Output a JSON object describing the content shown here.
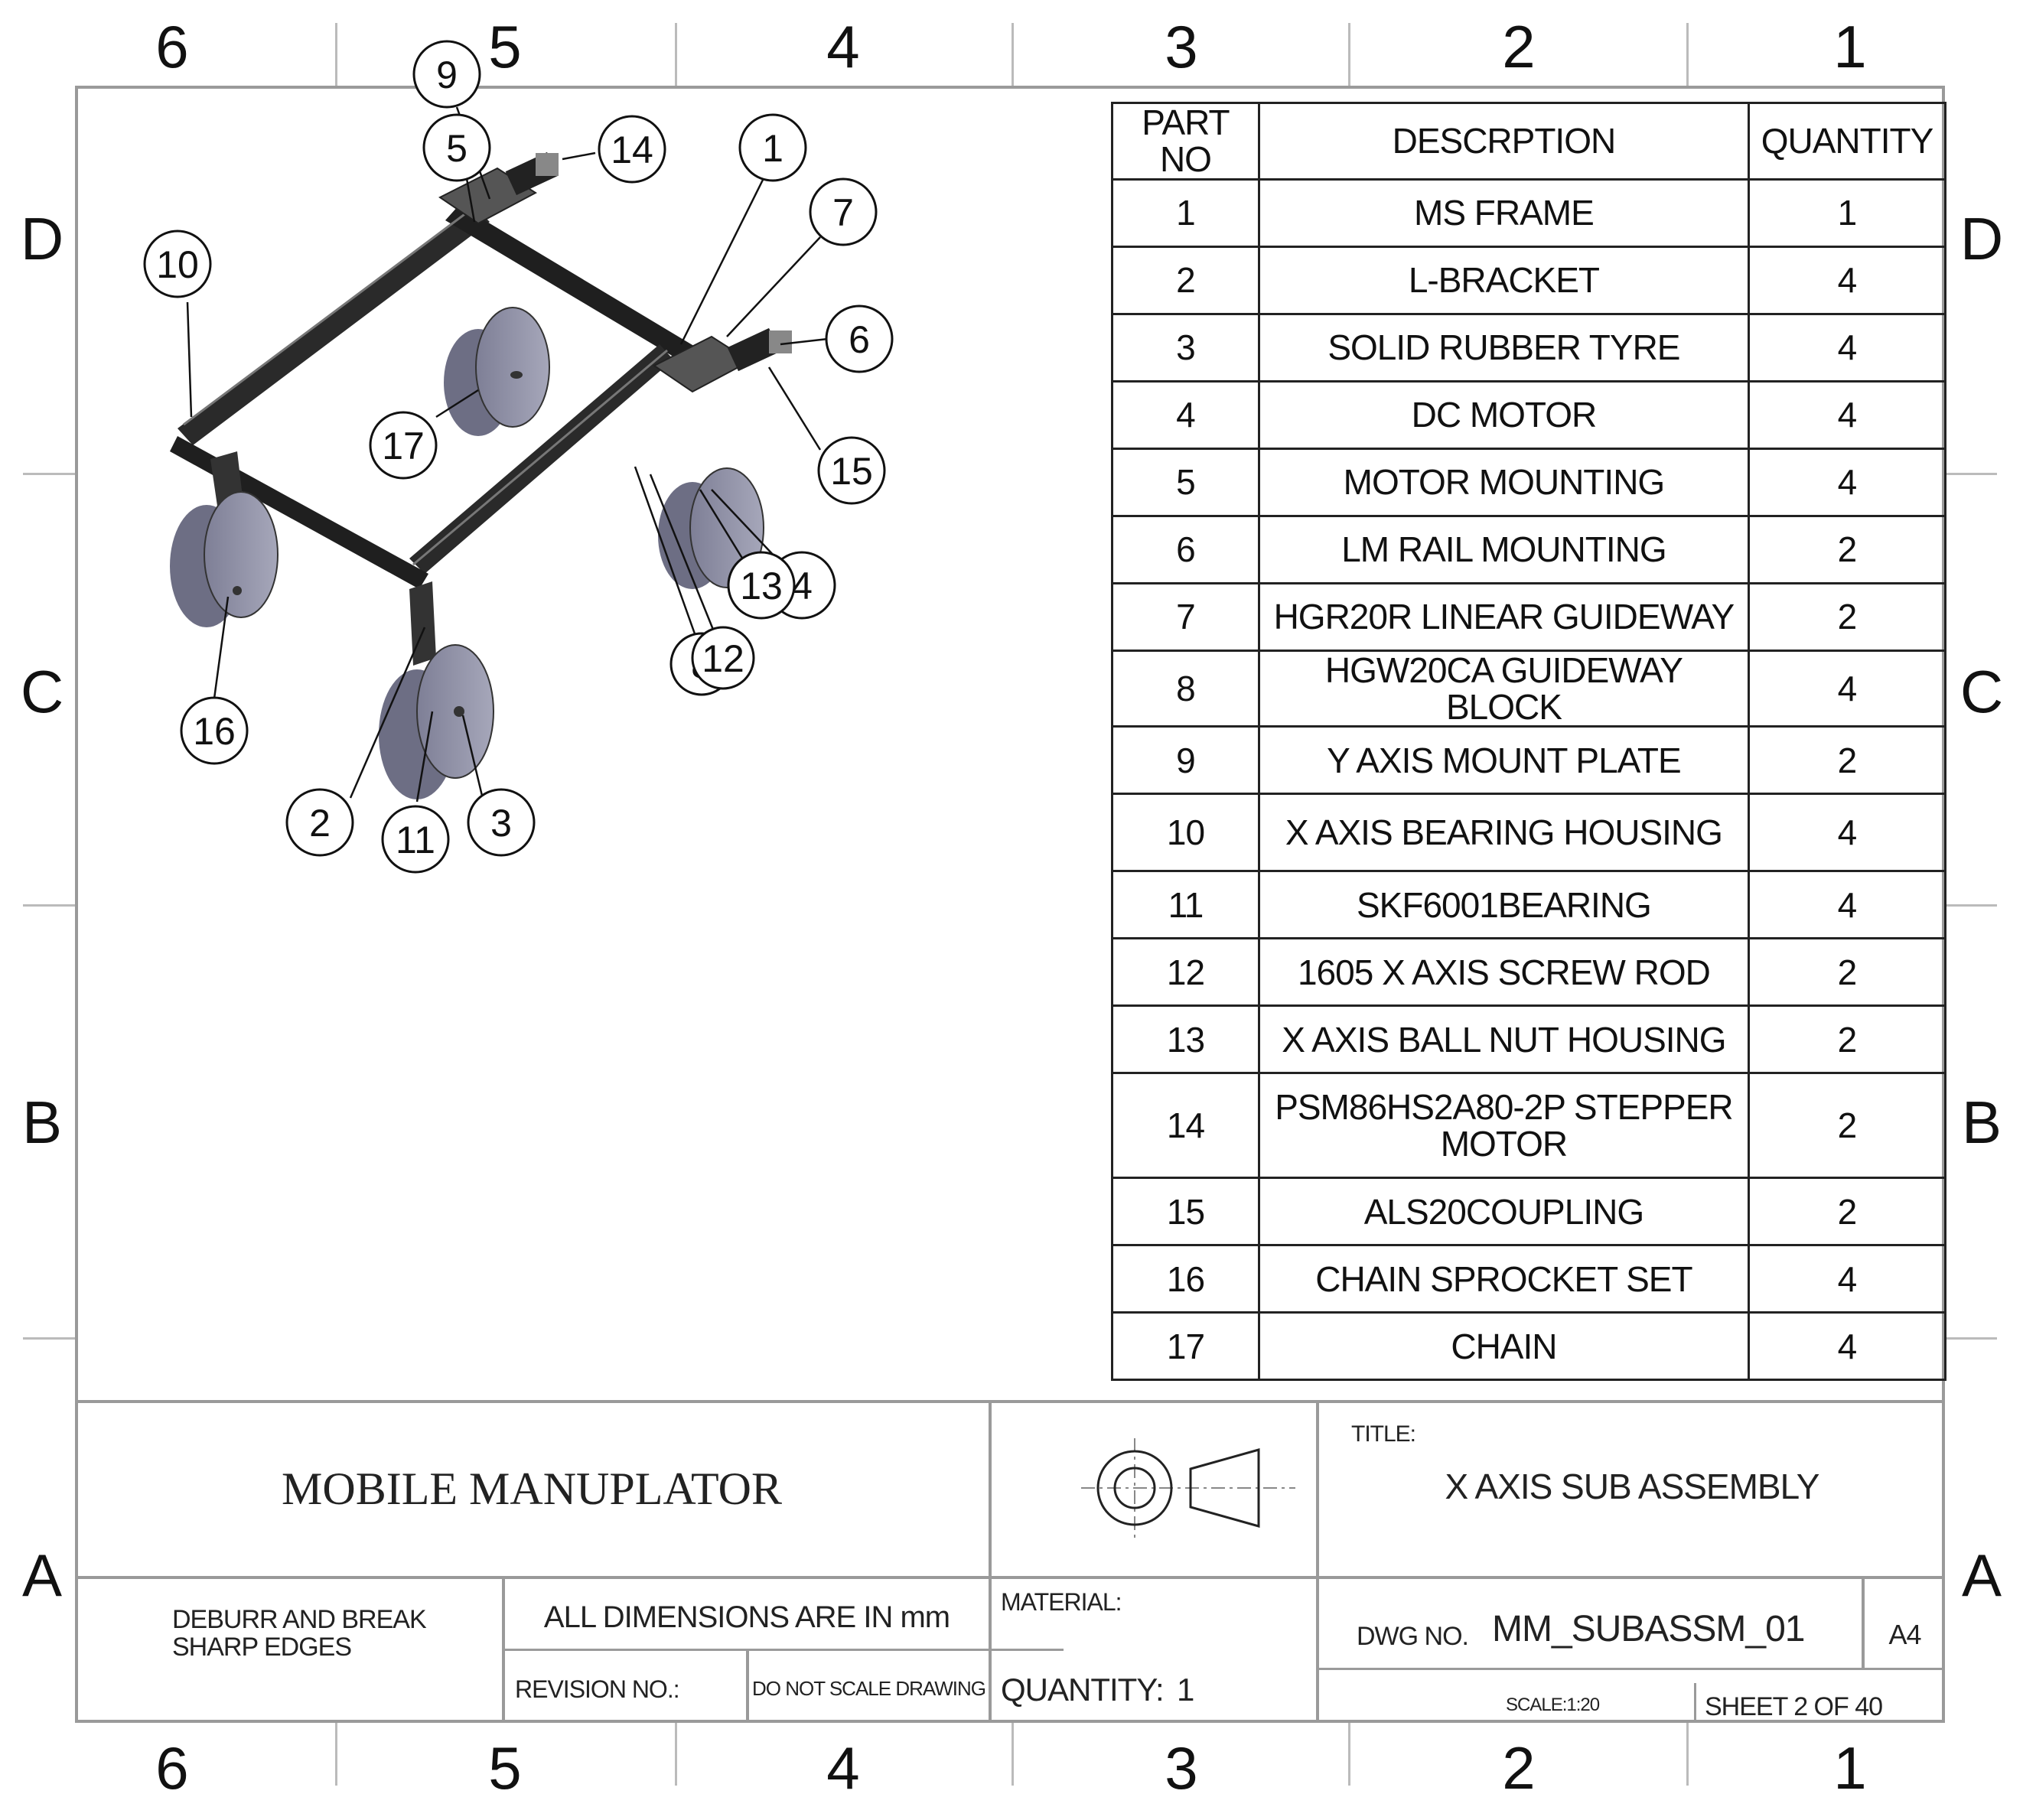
{
  "zones": {
    "columns": [
      "6",
      "5",
      "4",
      "3",
      "2",
      "1"
    ],
    "rows": [
      "D",
      "C",
      "B",
      "A"
    ]
  },
  "bom": {
    "headers": {
      "part": "PART NO",
      "description": "DESCRPTION",
      "quantity": "QUANTITY"
    },
    "rows": [
      {
        "part": "1",
        "description": "MS FRAME",
        "quantity": "1"
      },
      {
        "part": "2",
        "description": "L-BRACKET",
        "quantity": "4"
      },
      {
        "part": "3",
        "description": "SOLID RUBBER TYRE",
        "quantity": "4"
      },
      {
        "part": "4",
        "description": "DC MOTOR",
        "quantity": "4"
      },
      {
        "part": "5",
        "description": "MOTOR MOUNTING",
        "quantity": "4"
      },
      {
        "part": "6",
        "description": "LM RAIL MOUNTING",
        "quantity": "2"
      },
      {
        "part": "7",
        "description": "HGR20R LINEAR GUIDEWAY",
        "quantity": "2"
      },
      {
        "part": "8",
        "description": "HGW20CA GUIDEWAY BLOCK",
        "quantity": "4"
      },
      {
        "part": "9",
        "description": "Y AXIS MOUNT PLATE",
        "quantity": "2"
      },
      {
        "part": "10",
        "description": "X AXIS BEARING HOUSING",
        "quantity": "4"
      },
      {
        "part": "11",
        "description": "SKF6001BEARING",
        "quantity": "4"
      },
      {
        "part": "12",
        "description": "1605 X AXIS SCREW ROD",
        "quantity": "2"
      },
      {
        "part": "13",
        "description": "X AXIS BALL NUT HOUSING",
        "quantity": "2"
      },
      {
        "part": "14",
        "description": "PSM86HS2A80-2P STEPPER MOTOR",
        "quantity": "2"
      },
      {
        "part": "15",
        "description": "ALS20COUPLING",
        "quantity": "2"
      },
      {
        "part": "16",
        "description": "CHAIN SPROCKET SET",
        "quantity": "4"
      },
      {
        "part": "17",
        "description": "CHAIN",
        "quantity": "4"
      }
    ]
  },
  "balloons": [
    "1",
    "2",
    "3",
    "4",
    "5",
    "6",
    "7",
    "8",
    "9",
    "10",
    "11",
    "12",
    "13",
    "14",
    "15",
    "16",
    "17"
  ],
  "title_block": {
    "project": "MOBILE MANUPLATOR",
    "title_label": "TITLE:",
    "title": "X AXIS SUB ASSEMBLY",
    "deburr_line1": "DEBURR AND BREAK",
    "deburr_line2": "SHARP EDGES",
    "dimensions_note": "ALL DIMENSIONS ARE IN mm",
    "revision_label": "REVISION NO.:",
    "no_scale": "DO NOT SCALE DRAWING",
    "material_label": "MATERIAL:",
    "quantity_label": "QUANTITY:",
    "quantity_value": "1",
    "dwg_label": "DWG NO.",
    "dwg_value": "MM_SUBASSM_01",
    "size": "A4",
    "scale": "SCALE:1:20",
    "sheet": "SHEET 2 OF 40"
  }
}
